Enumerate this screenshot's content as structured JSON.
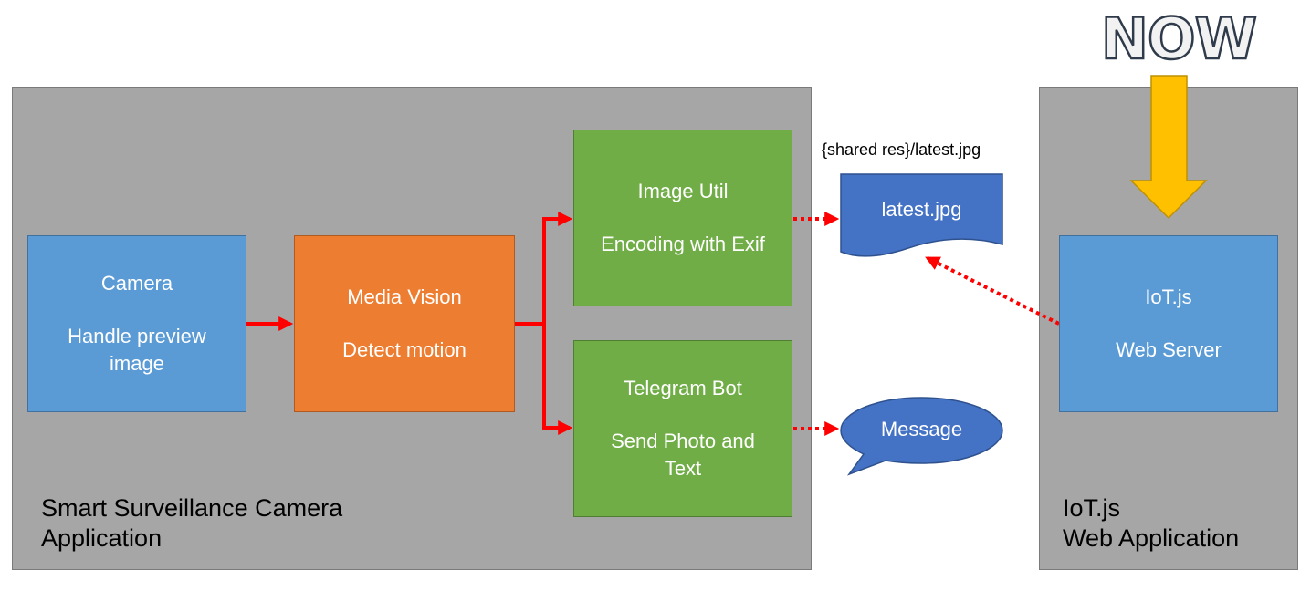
{
  "header": {
    "now_label": "NOW"
  },
  "containers": {
    "app": {
      "label": "Smart Surveillance Camera\nApplication"
    },
    "iotjs": {
      "label": "IoT.js\nWeb Application"
    }
  },
  "boxes": {
    "camera": {
      "title": "Camera",
      "subtitle": "Handle preview image"
    },
    "media_vision": {
      "title": "Media Vision",
      "subtitle": "Detect motion"
    },
    "image_util": {
      "title": "Image Util",
      "subtitle": "Encoding with Exif"
    },
    "telegram_bot": {
      "title": "Telegram Bot",
      "subtitle": "Send Photo and Text"
    },
    "web_server": {
      "title": "IoT.js",
      "subtitle": "Web Server"
    }
  },
  "file": {
    "path_note": "{shared res}/latest.jpg",
    "label": "latest.jpg"
  },
  "message": {
    "label": "Message"
  },
  "colors": {
    "container_gray": "#a6a6a6",
    "box_blue": "#5b9bd5",
    "box_orange": "#ed7d31",
    "box_green": "#70ad47",
    "shape_blue": "#4472c4",
    "arrow_red": "#ff0000",
    "now_arrow": "#ffc000"
  }
}
